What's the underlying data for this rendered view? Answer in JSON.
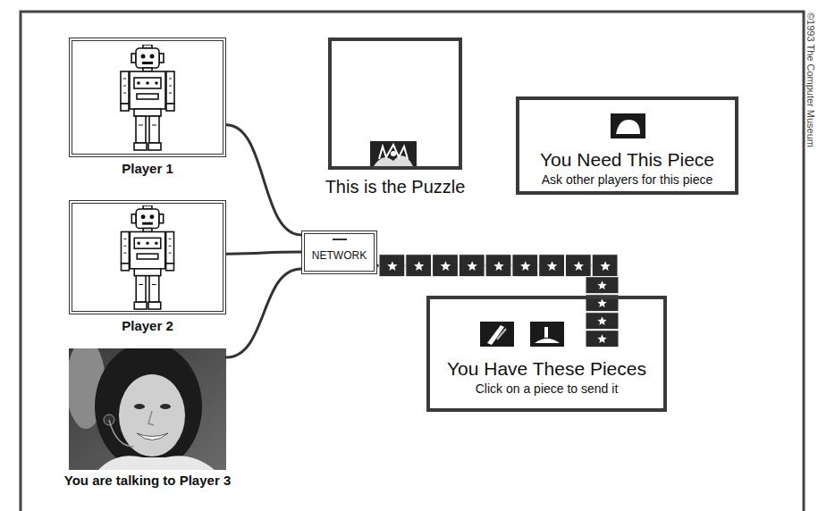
{
  "diagram": {
    "nodes": [
      {
        "text": [
          "Player 1"
        ]
      },
      {
        "text": [
          "This is the Puzzle"
        ]
      },
      {
        "text": [
          "You Need This Piece",
          "Ask other players for this piece"
        ]
      },
      {
        "text": [
          "Player 2"
        ]
      },
      {
        "text": [
          "NETWORK"
        ]
      },
      {
        "text": [
          "You Have These Pieces",
          "Click on a piece to send it"
        ]
      },
      {
        "text": [
          "You are talking to Player 3"
        ]
      }
    ],
    "edges": [
      {
        "from": 0,
        "to": 4,
        "arrow": "none"
      },
      {
        "from": 3,
        "to": 4,
        "arrow": "none"
      },
      {
        "from": 6,
        "to": 4,
        "arrow": "none"
      },
      {
        "from": 4,
        "to": 5,
        "arrow": "none"
      }
    ],
    "labels": [
      "©1993 The Computer Museum"
    ]
  }
}
